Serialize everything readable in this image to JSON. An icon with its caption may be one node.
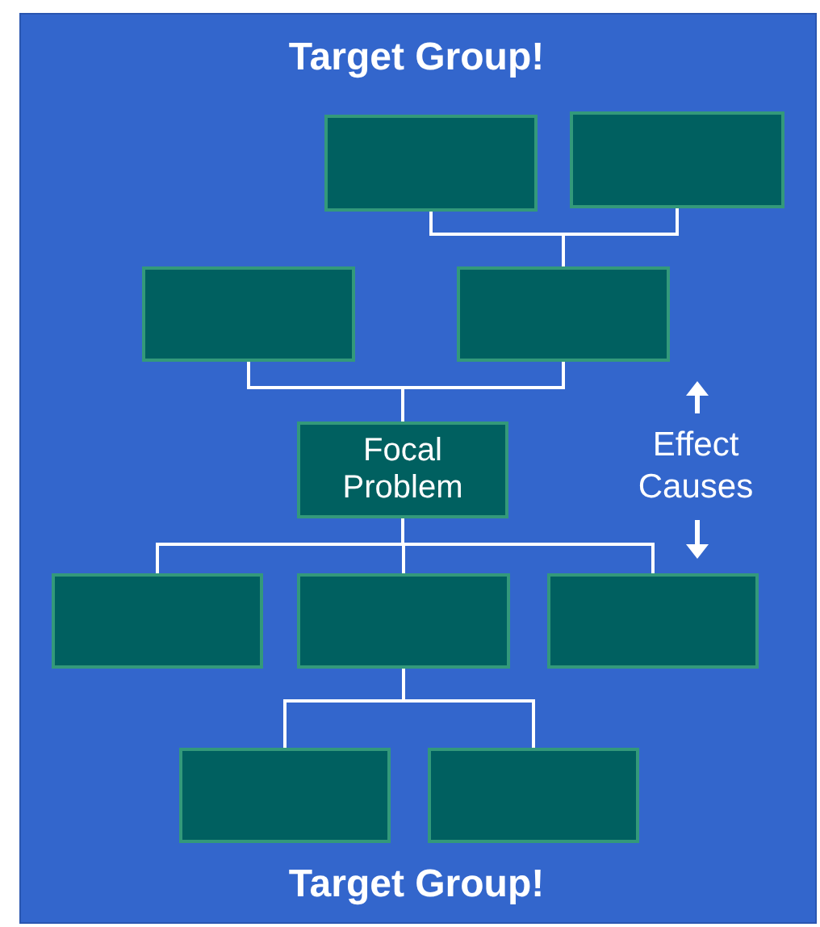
{
  "diagram": {
    "nodes": [
      {
        "text": [],
        "shape": "box"
      },
      {
        "text": [],
        "shape": "box"
      },
      {
        "text": [],
        "shape": "box"
      },
      {
        "text": [],
        "shape": "box"
      },
      {
        "text": [
          "Focal Problem"
        ]
      },
      {
        "text": [],
        "shape": "box"
      },
      {
        "text": [],
        "shape": "box"
      },
      {
        "text": [],
        "shape": "box"
      },
      {
        "text": [],
        "shape": "box"
      },
      {
        "text": [],
        "shape": "box"
      }
    ],
    "edges": [
      {
        "from": 0,
        "to": 3,
        "arrow": "none"
      },
      {
        "from": 1,
        "to": 3,
        "arrow": "none"
      },
      {
        "from": 2,
        "to": 4,
        "arrow": "none"
      },
      {
        "from": 3,
        "to": 4,
        "arrow": "none"
      },
      {
        "from": 4,
        "to": 5,
        "arrow": "none"
      },
      {
        "from": 4,
        "to": 6,
        "arrow": "none"
      },
      {
        "from": 4,
        "to": 7,
        "arrow": "none"
      },
      {
        "from": 6,
        "to": 8,
        "arrow": "none"
      },
      {
        "from": 6,
        "to": 9,
        "arrow": "none"
      }
    ],
    "labels": [
      "Target Group!",
      "Effect",
      "Causes",
      "Target Group!"
    ]
  }
}
